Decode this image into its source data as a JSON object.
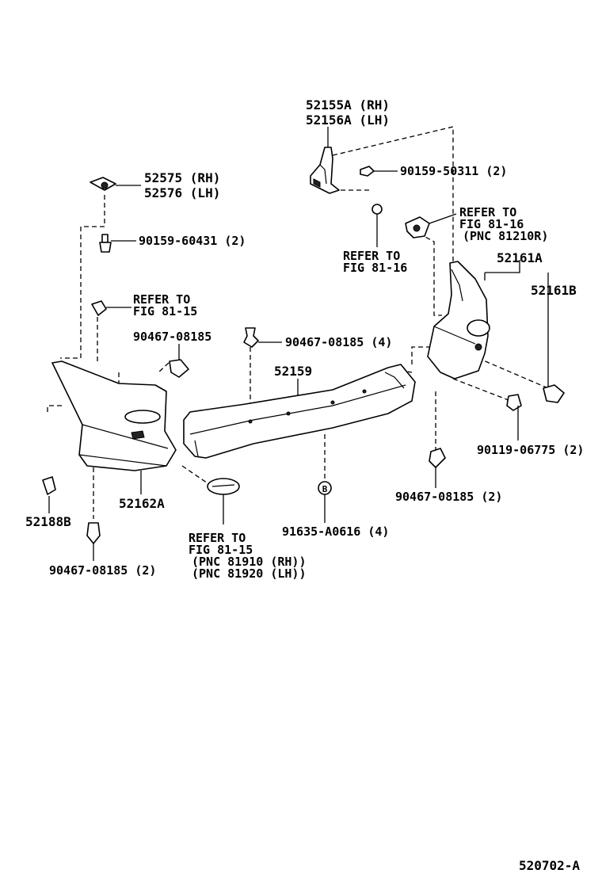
{
  "diagram_id": "520702-A",
  "labels": {
    "l1a": "52155A (RH)",
    "l1b": "52156A (LH)",
    "l2": "90159-50311 (2)",
    "l3a": "52575 (RH)",
    "l3b": "52576 (LH)",
    "l4": "90159-60431 (2)",
    "l5a": "REFER TO",
    "l5b": "FIG 81-16",
    "l5c": "(PNC 81210R)",
    "l6a": "REFER TO",
    "l6b": "FIG 81-16",
    "l7": "52161A",
    "l8": "52161B",
    "l9a": "REFER TO",
    "l9b": "FIG 81-15",
    "l10": "90467-08185",
    "l11": "90467-08185 (4)",
    "l12": "52159",
    "l13": "90119-06775 (2)",
    "l14": "52188B",
    "l15": "52162A",
    "l16": "90467-08185 (2)",
    "l17": "91635-A0616 (4)",
    "l17_marker": "B",
    "l18a": "REFER TO",
    "l18b": "FIG 81-15",
    "l18c": "(PNC 81910 (RH))",
    "l18d": "(PNC 81920 (LH))",
    "l19": "90467-08185 (2)"
  }
}
